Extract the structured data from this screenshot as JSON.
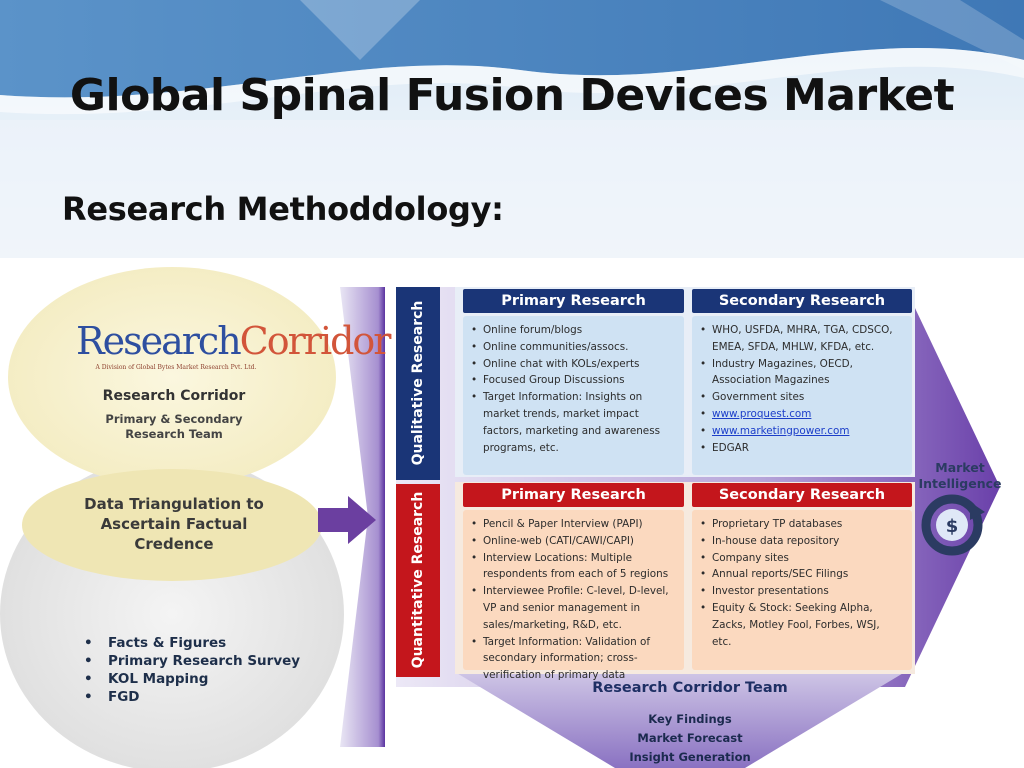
{
  "slide": {
    "title": "Global Spinal Fusion Devices Market",
    "subtitle": "Research Methoddology:"
  },
  "left_panel": {
    "logo_word1": "Research",
    "logo_word2": "Corridor",
    "logo_tagline": "A Division of Global Bytes Market Research Pvt. Ltd.",
    "team_name": "Research Corridor",
    "team_line1": "Primary & Secondary",
    "team_line2": "Research Team",
    "triangulation_line1": "Data Triangulation to",
    "triangulation_line2": "Ascertain Factual",
    "triangulation_line3": "Credence",
    "bullets": [
      "Facts & Figures",
      "Primary Research Survey",
      "KOL Mapping",
      "FGD"
    ]
  },
  "qualitative": {
    "label": "Qualitative Research",
    "primary_header": "Primary Research",
    "secondary_header": "Secondary Research",
    "primary_items": [
      {
        "lines": [
          "Online forum/blogs"
        ]
      },
      {
        "lines": [
          "Online communities/assocs."
        ]
      },
      {
        "lines": [
          "Online chat with KOLs/experts"
        ]
      },
      {
        "lines": [
          "Focused Group Discussions"
        ]
      },
      {
        "lines": [
          "Target Information: Insights on",
          "market trends, market impact",
          "factors, marketing and awareness",
          "programs, etc."
        ]
      }
    ],
    "secondary_items": [
      {
        "lines": [
          "WHO, USFDA, MHRA, TGA, CDSCO,",
          "EMEA, SFDA, MHLW, KFDA, etc."
        ]
      },
      {
        "lines": [
          "Industry Magazines, OECD,",
          "Association Magazines"
        ]
      },
      {
        "lines": [
          "Government sites"
        ]
      },
      {
        "lines": [
          "www.proquest.com"
        ],
        "link": true
      },
      {
        "lines": [
          "www.marketingpower.com"
        ],
        "link": true
      },
      {
        "lines": [
          "EDGAR"
        ]
      }
    ]
  },
  "quantitative": {
    "label": "Quantitative Research",
    "primary_header": "Primary Research",
    "secondary_header": "Secondary Research",
    "primary_items": [
      {
        "lines": [
          "Pencil & Paper Interview (PAPI)"
        ]
      },
      {
        "lines": [
          "Online-web (CATI/CAWI/CAPI)"
        ]
      },
      {
        "lines": [
          "Interview Locations: Multiple",
          "respondents from each of 5 regions"
        ]
      },
      {
        "lines": [
          "Interviewee Profile: C-level, D-level,",
          "VP and senior management in",
          "sales/marketing, R&D, etc."
        ]
      },
      {
        "lines": [
          "Target Information: Validation of",
          "secondary information; cross-",
          "verification of primary data"
        ]
      }
    ],
    "secondary_items": [
      {
        "lines": [
          "Proprietary TP databases"
        ]
      },
      {
        "lines": [
          "In-house data repository"
        ]
      },
      {
        "lines": [
          "Company sites"
        ]
      },
      {
        "lines": [
          "Annual reports/SEC Filings"
        ]
      },
      {
        "lines": [
          "Investor presentations"
        ]
      },
      {
        "lines": [
          "Equity & Stock: Seeking Alpha,",
          "Zacks, Motley Fool, Forbes, WSJ,",
          "etc."
        ]
      }
    ]
  },
  "market_intelligence": {
    "line1": "Market",
    "line2": "Intelligence",
    "icon": "dollar-cycle-icon"
  },
  "bottom": {
    "team": "Research Corridor Team",
    "outputs": [
      "Key Findings",
      "Market Forecast",
      "Insight Generation"
    ]
  },
  "colors": {
    "blue_header": "#1a3577",
    "red_header": "#c4161c",
    "qual_box": "#cfe2f3",
    "quant_box": "#fbd9bf",
    "arrow_purple": "#6b3fa0"
  }
}
